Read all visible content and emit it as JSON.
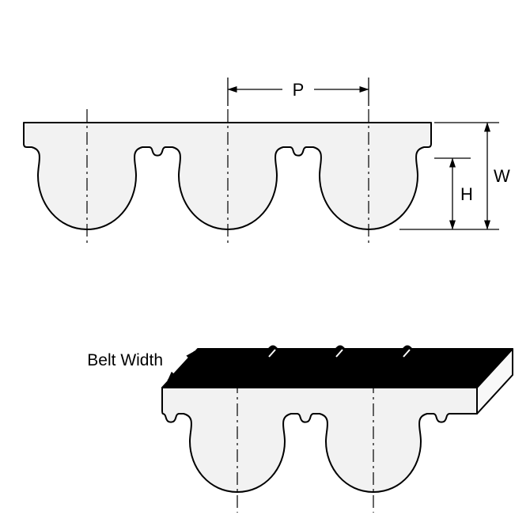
{
  "labels": {
    "p": "P",
    "w": "W",
    "h": "H",
    "belt_width": "Belt Width"
  },
  "colors": {
    "outline": "#000000",
    "belt_fill": "#f2f2f2",
    "end_face_fill": "#f8f8f8",
    "top_surface": "#000000",
    "background": "#ffffff"
  }
}
